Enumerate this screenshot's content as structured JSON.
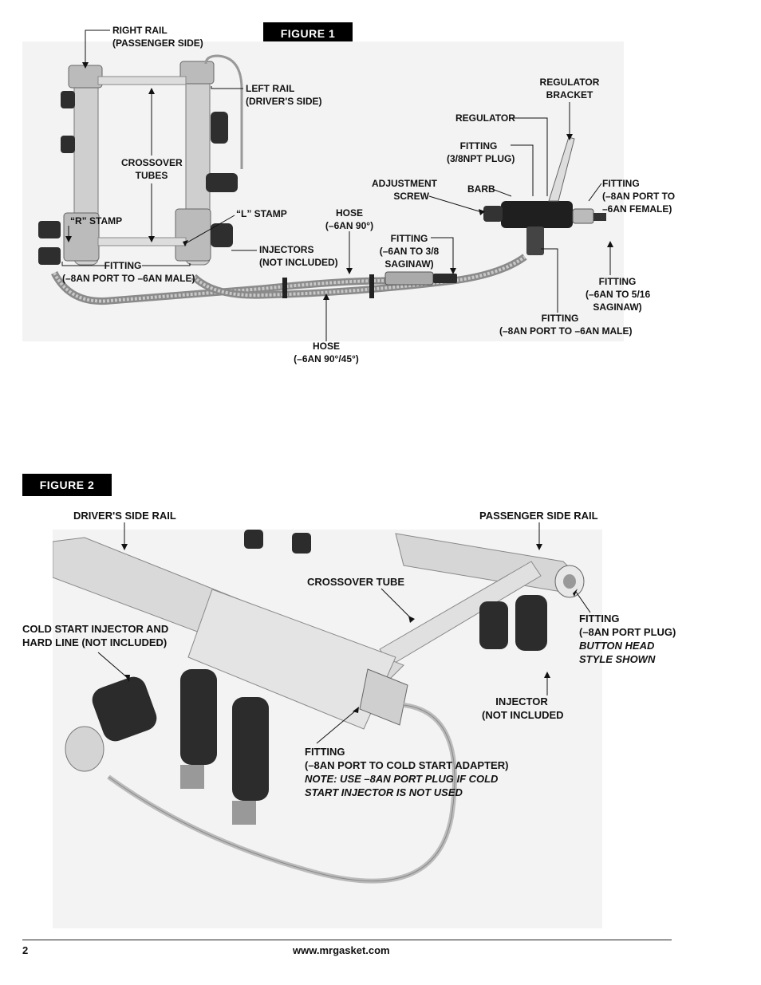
{
  "figure1": {
    "tag": "FIGURE 1",
    "labels": {
      "right_rail": [
        "RIGHT RAIL",
        "(PASSENGER SIDE)"
      ],
      "left_rail": [
        "LEFT RAIL",
        "(DRIVER'S SIDE)"
      ],
      "crossover_tubes": [
        "CROSSOVER",
        "TUBES"
      ],
      "r_stamp": "“R” STAMP",
      "l_stamp": "“L” STAMP",
      "fitting_left": [
        "FITTING",
        "(–8AN PORT TO –6AN MALE)"
      ],
      "injectors": [
        "INJECTORS",
        "(NOT INCLUDED)"
      ],
      "hose_90": [
        "HOSE",
        "(–6AN 90°)"
      ],
      "fitting_saginaw": [
        "FITTING",
        "(–6AN TO 3/8",
        "SAGINAW)"
      ],
      "hose_9045": [
        "HOSE",
        "(–6AN 90°/45°)"
      ],
      "regulator_bracket": [
        "REGULATOR",
        "BRACKET"
      ],
      "regulator": "REGULATOR",
      "fitting_plug": [
        "FITTING",
        "(3/8NPT PLUG)"
      ],
      "adjustment_screw": [
        "ADJUSTMENT",
        "SCREW"
      ],
      "barb": "BARB",
      "fitting_female": [
        "FITTING",
        "(–8AN PORT TO",
        "–6AN FEMALE)"
      ],
      "fitting_516": [
        "FITTING",
        "(–6AN TO 5/16",
        "SAGINAW)"
      ],
      "fitting_right_male": [
        "FITTING",
        "(–8AN PORT TO –6AN MALE)"
      ]
    }
  },
  "figure2": {
    "tag": "FIGURE 2",
    "labels": {
      "drivers_rail": "DRIVER'S SIDE RAIL",
      "passenger_rail": "PASSENGER SIDE RAIL",
      "crossover_tube": "CROSSOVER TUBE",
      "cold_start": [
        "COLD START INJECTOR AND",
        "HARD LINE (NOT INCLUDED)"
      ],
      "fitting_plug": [
        "FITTING",
        "(–8AN PORT PLUG)"
      ],
      "fitting_plug_note": [
        "BUTTON HEAD",
        "STYLE SHOWN"
      ],
      "injector": [
        "INJECTOR",
        "(NOT INCLUDED"
      ],
      "fitting_cold": [
        "FITTING",
        "(–8AN PORT TO COLD START ADAPTER)"
      ],
      "fitting_cold_note": [
        "NOTE: USE –8AN PORT PLUG IF COLD",
        "START INJECTOR IS NOT USED"
      ]
    }
  },
  "footer": {
    "page_number": "2",
    "url": "www.mrgasket.com"
  }
}
